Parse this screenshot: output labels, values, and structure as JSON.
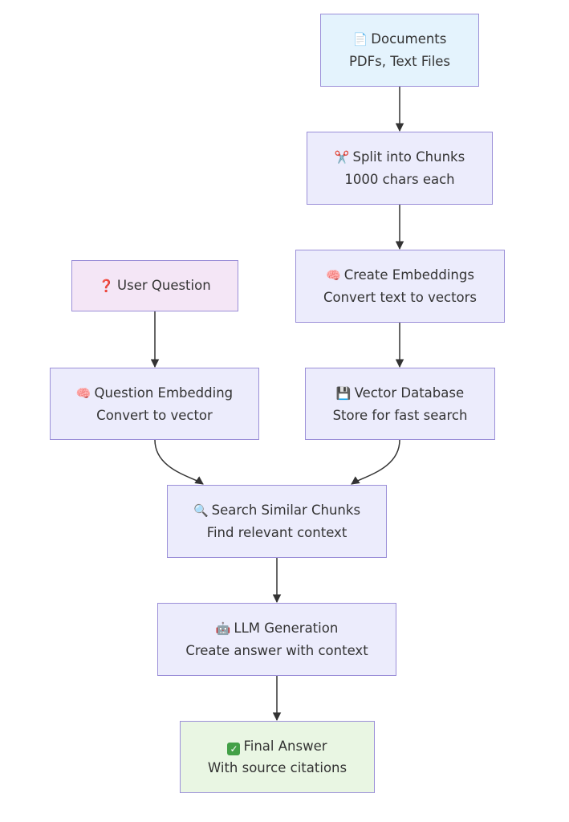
{
  "nodes": {
    "documents": {
      "icon": "document-icon",
      "glyph": "📄",
      "title": "Documents",
      "subtitle": "PDFs, Text Files"
    },
    "split": {
      "icon": "scissors-icon",
      "glyph": "✂️",
      "title": "Split into Chunks",
      "subtitle": "1000 chars each"
    },
    "user_question": {
      "icon": "question-mark-icon",
      "glyph": "❓",
      "title": "User Question",
      "subtitle": ""
    },
    "create_embeddings": {
      "icon": "brain-icon",
      "glyph": "🧠",
      "title": "Create Embeddings",
      "subtitle": "Convert text to vectors"
    },
    "question_embedding": {
      "icon": "brain-icon",
      "glyph": "🧠",
      "title": "Question Embedding",
      "subtitle": "Convert to vector"
    },
    "vector_db": {
      "icon": "floppy-disk-icon",
      "glyph": "💾",
      "title": "Vector Database",
      "subtitle": "Store for fast search"
    },
    "search": {
      "icon": "magnifier-icon",
      "glyph": "🔍",
      "title": "Search Similar Chunks",
      "subtitle": "Find relevant context"
    },
    "llm": {
      "icon": "robot-icon",
      "glyph": "🤖",
      "title": "LLM Generation",
      "subtitle": "Create answer with context"
    },
    "final": {
      "icon": "check-mark-icon",
      "glyph": "✓",
      "title": "Final Answer",
      "subtitle": "With source citations"
    }
  },
  "colors": {
    "node_fill": "#ececfc",
    "node_border": "#9b8fd8",
    "start_fill": "#e4f3fd",
    "question_fill": "#f4e6f6",
    "final_fill": "#e9f6e3",
    "edge": "#333333",
    "text": "#333333"
  }
}
